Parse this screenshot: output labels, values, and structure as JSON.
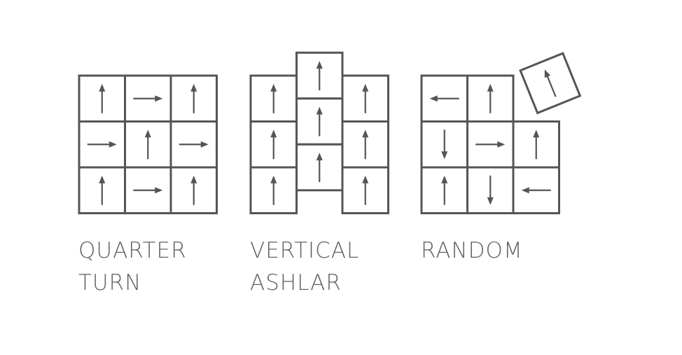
{
  "patterns": [
    {
      "id": "quarter-turn",
      "label_line1": "QUARTER",
      "label_line2": "TURN",
      "tiles": [
        {
          "row": 0,
          "col": 0,
          "dir": "up"
        },
        {
          "row": 0,
          "col": 1,
          "dir": "right"
        },
        {
          "row": 0,
          "col": 2,
          "dir": "up"
        },
        {
          "row": 1,
          "col": 0,
          "dir": "right"
        },
        {
          "row": 1,
          "col": 1,
          "dir": "up"
        },
        {
          "row": 1,
          "col": 2,
          "dir": "right"
        },
        {
          "row": 2,
          "col": 0,
          "dir": "up"
        },
        {
          "row": 2,
          "col": 1,
          "dir": "right"
        },
        {
          "row": 2,
          "col": 2,
          "dir": "up"
        }
      ]
    },
    {
      "id": "vertical-ashlar",
      "label_line1": "VERTICAL",
      "label_line2": "ASHLAR",
      "tiles": [
        {
          "row": 0,
          "col": 0,
          "dir": "up"
        },
        {
          "row": 1,
          "col": 0,
          "dir": "up"
        },
        {
          "row": 2,
          "col": 0,
          "dir": "up"
        },
        {
          "row": -0.5,
          "col": 1,
          "dir": "up"
        },
        {
          "row": 0.5,
          "col": 1,
          "dir": "up"
        },
        {
          "row": 1.5,
          "col": 1,
          "dir": "up"
        },
        {
          "row": 0,
          "col": 2,
          "dir": "up"
        },
        {
          "row": 1,
          "col": 2,
          "dir": "up"
        },
        {
          "row": 2,
          "col": 2,
          "dir": "up"
        }
      ]
    },
    {
      "id": "random",
      "label_line1": "RANDOM",
      "label_line2": "",
      "tiles": [
        {
          "row": 0,
          "col": 0,
          "dir": "left"
        },
        {
          "row": 0,
          "col": 1,
          "dir": "up"
        },
        {
          "row": 0,
          "col": 2,
          "dir": "up",
          "tilt": -22
        },
        {
          "row": 1,
          "col": 0,
          "dir": "down"
        },
        {
          "row": 1,
          "col": 1,
          "dir": "right"
        },
        {
          "row": 1,
          "col": 2,
          "dir": "up"
        },
        {
          "row": 2,
          "col": 0,
          "dir": "up"
        },
        {
          "row": 2,
          "col": 1,
          "dir": "down"
        },
        {
          "row": 2,
          "col": 2,
          "dir": "left"
        }
      ]
    }
  ]
}
